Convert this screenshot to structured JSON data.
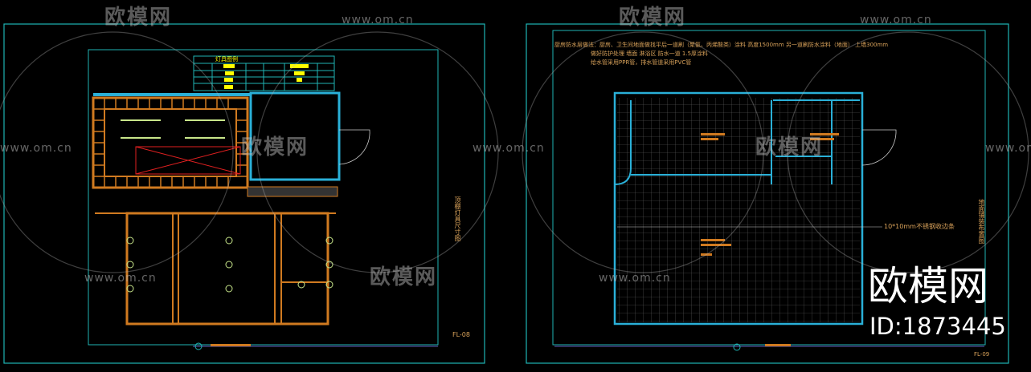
{
  "left_sheet": {
    "legend_title": "灯具图例",
    "vertical_title": "顶棚灯具尺寸图",
    "sheet_number": "FL-08"
  },
  "right_sheet": {
    "notes": [
      "厨房防水层做法：厨房、卫生间地面做找平后一道刷（聚氨、丙烯酸类）涂料 高度1500mm 另一道刷防水涂料（地面） 上墙300mm",
      "做好防护处理 墙面 淋浴区 防水一道 1.5厚涂料",
      "给水管采用PPR管，排水管道采用PVC管"
    ],
    "edge_label": "10*10mm不锈钢收边条",
    "vertical_title": "地面铺装布置图",
    "sheet_number": "FL-09"
  },
  "watermarks": {
    "logo_text": "欧模网",
    "url": "www.om.cn",
    "big_logo": "欧模网",
    "id": "ID:1873445"
  },
  "colors": {
    "frame": "#1fb5b5",
    "wall": "#2ab0d8",
    "ceiling_grid": "#d07a20",
    "accent_red": "#e02020",
    "legend_fill": "#ffff00",
    "text": "#d9a25a"
  }
}
